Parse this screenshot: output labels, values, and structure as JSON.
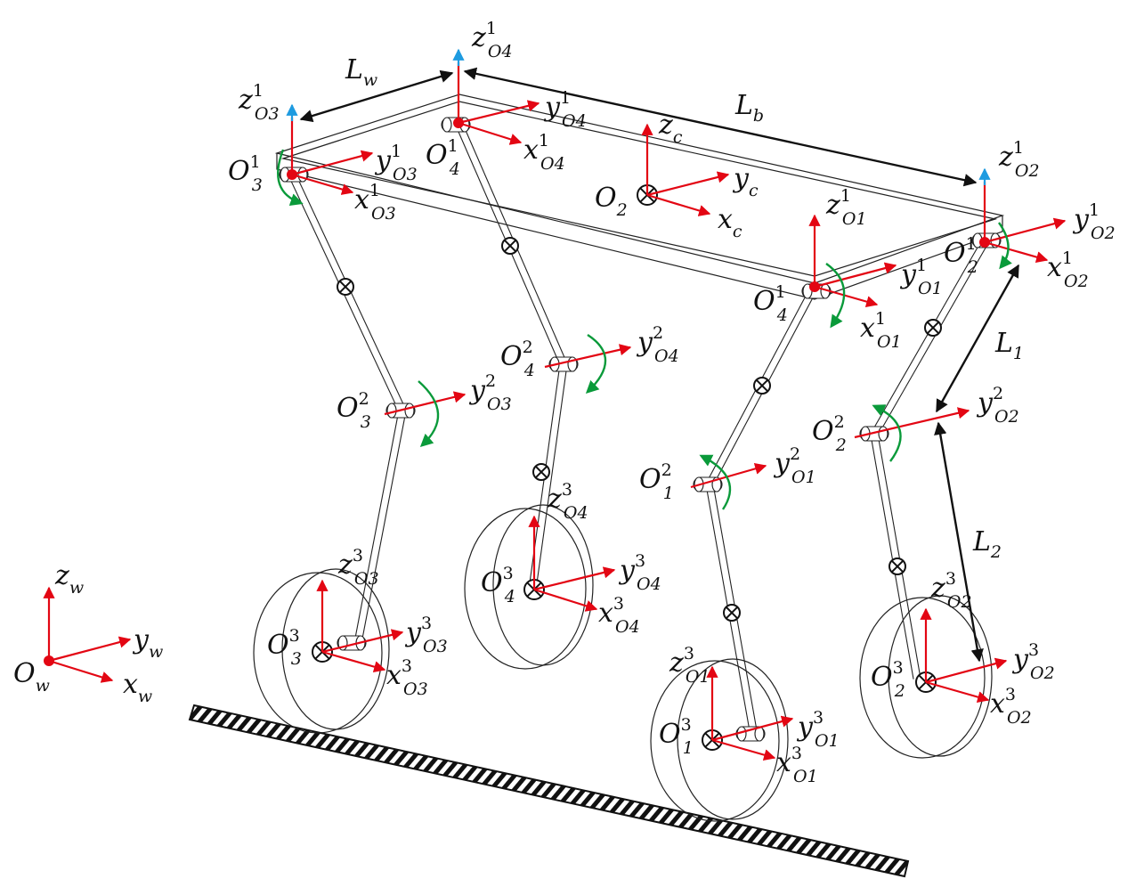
{
  "colors": {
    "axis": "#e30613",
    "vertical_axis_tip": "#1e9be0",
    "rotation": "#0a9a3a",
    "dimension": "#111111",
    "origin_dot": "#e30613",
    "outline": "#222222"
  },
  "dimensions": [
    {
      "id": "lw",
      "main": "L",
      "sub": "w"
    },
    {
      "id": "lb",
      "main": "L",
      "sub": "b"
    },
    {
      "id": "l1",
      "main": "L",
      "sub": "1"
    },
    {
      "id": "l2",
      "main": "L",
      "sub": "2"
    }
  ],
  "labels": [
    {
      "id": "z-o4-1",
      "main": "z",
      "sup": "1",
      "sub": "O4"
    },
    {
      "id": "z-o3-1",
      "main": "z",
      "sup": "1",
      "sub": "O3"
    },
    {
      "id": "y-o4-1",
      "main": "y",
      "sup": "1",
      "sub": "O4"
    },
    {
      "id": "x-o4-1",
      "main": "x",
      "sup": "1",
      "sub": "O4"
    },
    {
      "id": "o4-1-top",
      "main": "O",
      "sup": "1",
      "sub": "4"
    },
    {
      "id": "y-o3-1",
      "main": "y",
      "sup": "1",
      "sub": "O3"
    },
    {
      "id": "x-o3-1",
      "main": "x",
      "sup": "1",
      "sub": "O3"
    },
    {
      "id": "o3-1",
      "main": "O",
      "sup": "1",
      "sub": "3"
    },
    {
      "id": "z-c",
      "main": "z",
      "sup": "",
      "sub": "c"
    },
    {
      "id": "y-c",
      "main": "y",
      "sup": "",
      "sub": "c"
    },
    {
      "id": "x-c",
      "main": "x",
      "sup": "",
      "sub": "c"
    },
    {
      "id": "o-2",
      "main": "O",
      "sup": "",
      "sub": "2"
    },
    {
      "id": "z-o2-1",
      "main": "z",
      "sup": "1",
      "sub": "O2"
    },
    {
      "id": "y-o2-1",
      "main": "y",
      "sup": "1",
      "sub": "O2"
    },
    {
      "id": "x-o2-1",
      "main": "x",
      "sup": "1",
      "sub": "O2"
    },
    {
      "id": "o2-1",
      "main": "O",
      "sup": "1",
      "sub": "2"
    },
    {
      "id": "z-o1-1",
      "main": "z",
      "sup": "1",
      "sub": "O1"
    },
    {
      "id": "y-o1-1",
      "main": "y",
      "sup": "1",
      "sub": "O1"
    },
    {
      "id": "x-o1-1",
      "main": "x",
      "sup": "1",
      "sub": "O1"
    },
    {
      "id": "o4-1-right",
      "main": "O",
      "sup": "1",
      "sub": "4"
    },
    {
      "id": "o4-2",
      "main": "O",
      "sup": "2",
      "sub": "4"
    },
    {
      "id": "y-o4-2",
      "main": "y",
      "sup": "2",
      "sub": "O4"
    },
    {
      "id": "o3-2",
      "main": "O",
      "sup": "2",
      "sub": "3"
    },
    {
      "id": "y-o3-2",
      "main": "y",
      "sup": "2",
      "sub": "O3"
    },
    {
      "id": "o1-2",
      "main": "O",
      "sup": "2",
      "sub": "1"
    },
    {
      "id": "y-o1-2",
      "main": "y",
      "sup": "2",
      "sub": "O1"
    },
    {
      "id": "o2-2",
      "main": "O",
      "sup": "2",
      "sub": "2"
    },
    {
      "id": "y-o2-2",
      "main": "y",
      "sup": "2",
      "sub": "O2"
    },
    {
      "id": "z-o4-3",
      "main": "z",
      "sup": "3",
      "sub": "O4"
    },
    {
      "id": "y-o4-3",
      "main": "y",
      "sup": "3",
      "sub": "O4"
    },
    {
      "id": "x-o4-3",
      "main": "x",
      "sup": "3",
      "sub": "O4"
    },
    {
      "id": "o4-3",
      "main": "O",
      "sup": "3",
      "sub": "4"
    },
    {
      "id": "z-o3-3",
      "main": "z",
      "sup": "3",
      "sub": "O3"
    },
    {
      "id": "y-o3-3",
      "main": "y",
      "sup": "3",
      "sub": "O3"
    },
    {
      "id": "x-o3-3",
      "main": "x",
      "sup": "3",
      "sub": "O3"
    },
    {
      "id": "o3-3",
      "main": "O",
      "sup": "3",
      "sub": "3"
    },
    {
      "id": "z-o1-3",
      "main": "z",
      "sup": "3",
      "sub": "O1"
    },
    {
      "id": "y-o1-3",
      "main": "y",
      "sup": "3",
      "sub": "O1"
    },
    {
      "id": "x-o1-3",
      "main": "x",
      "sup": "3",
      "sub": "O1"
    },
    {
      "id": "o1-3",
      "main": "O",
      "sup": "3",
      "sub": "1"
    },
    {
      "id": "z-o2-3",
      "main": "z",
      "sup": "3",
      "sub": "O2"
    },
    {
      "id": "y-o2-3",
      "main": "y",
      "sup": "3",
      "sub": "O2"
    },
    {
      "id": "x-o2-3",
      "main": "x",
      "sup": "3",
      "sub": "O2"
    },
    {
      "id": "o2-3",
      "main": "O",
      "sup": "3",
      "sub": "2"
    },
    {
      "id": "z-w",
      "main": "z",
      "sup": "",
      "sub": "w"
    },
    {
      "id": "y-w",
      "main": "y",
      "sup": "",
      "sub": "w"
    },
    {
      "id": "x-w",
      "main": "x",
      "sup": "",
      "sub": "w"
    },
    {
      "id": "o-w",
      "main": "O",
      "sup": "",
      "sub": "w"
    }
  ]
}
